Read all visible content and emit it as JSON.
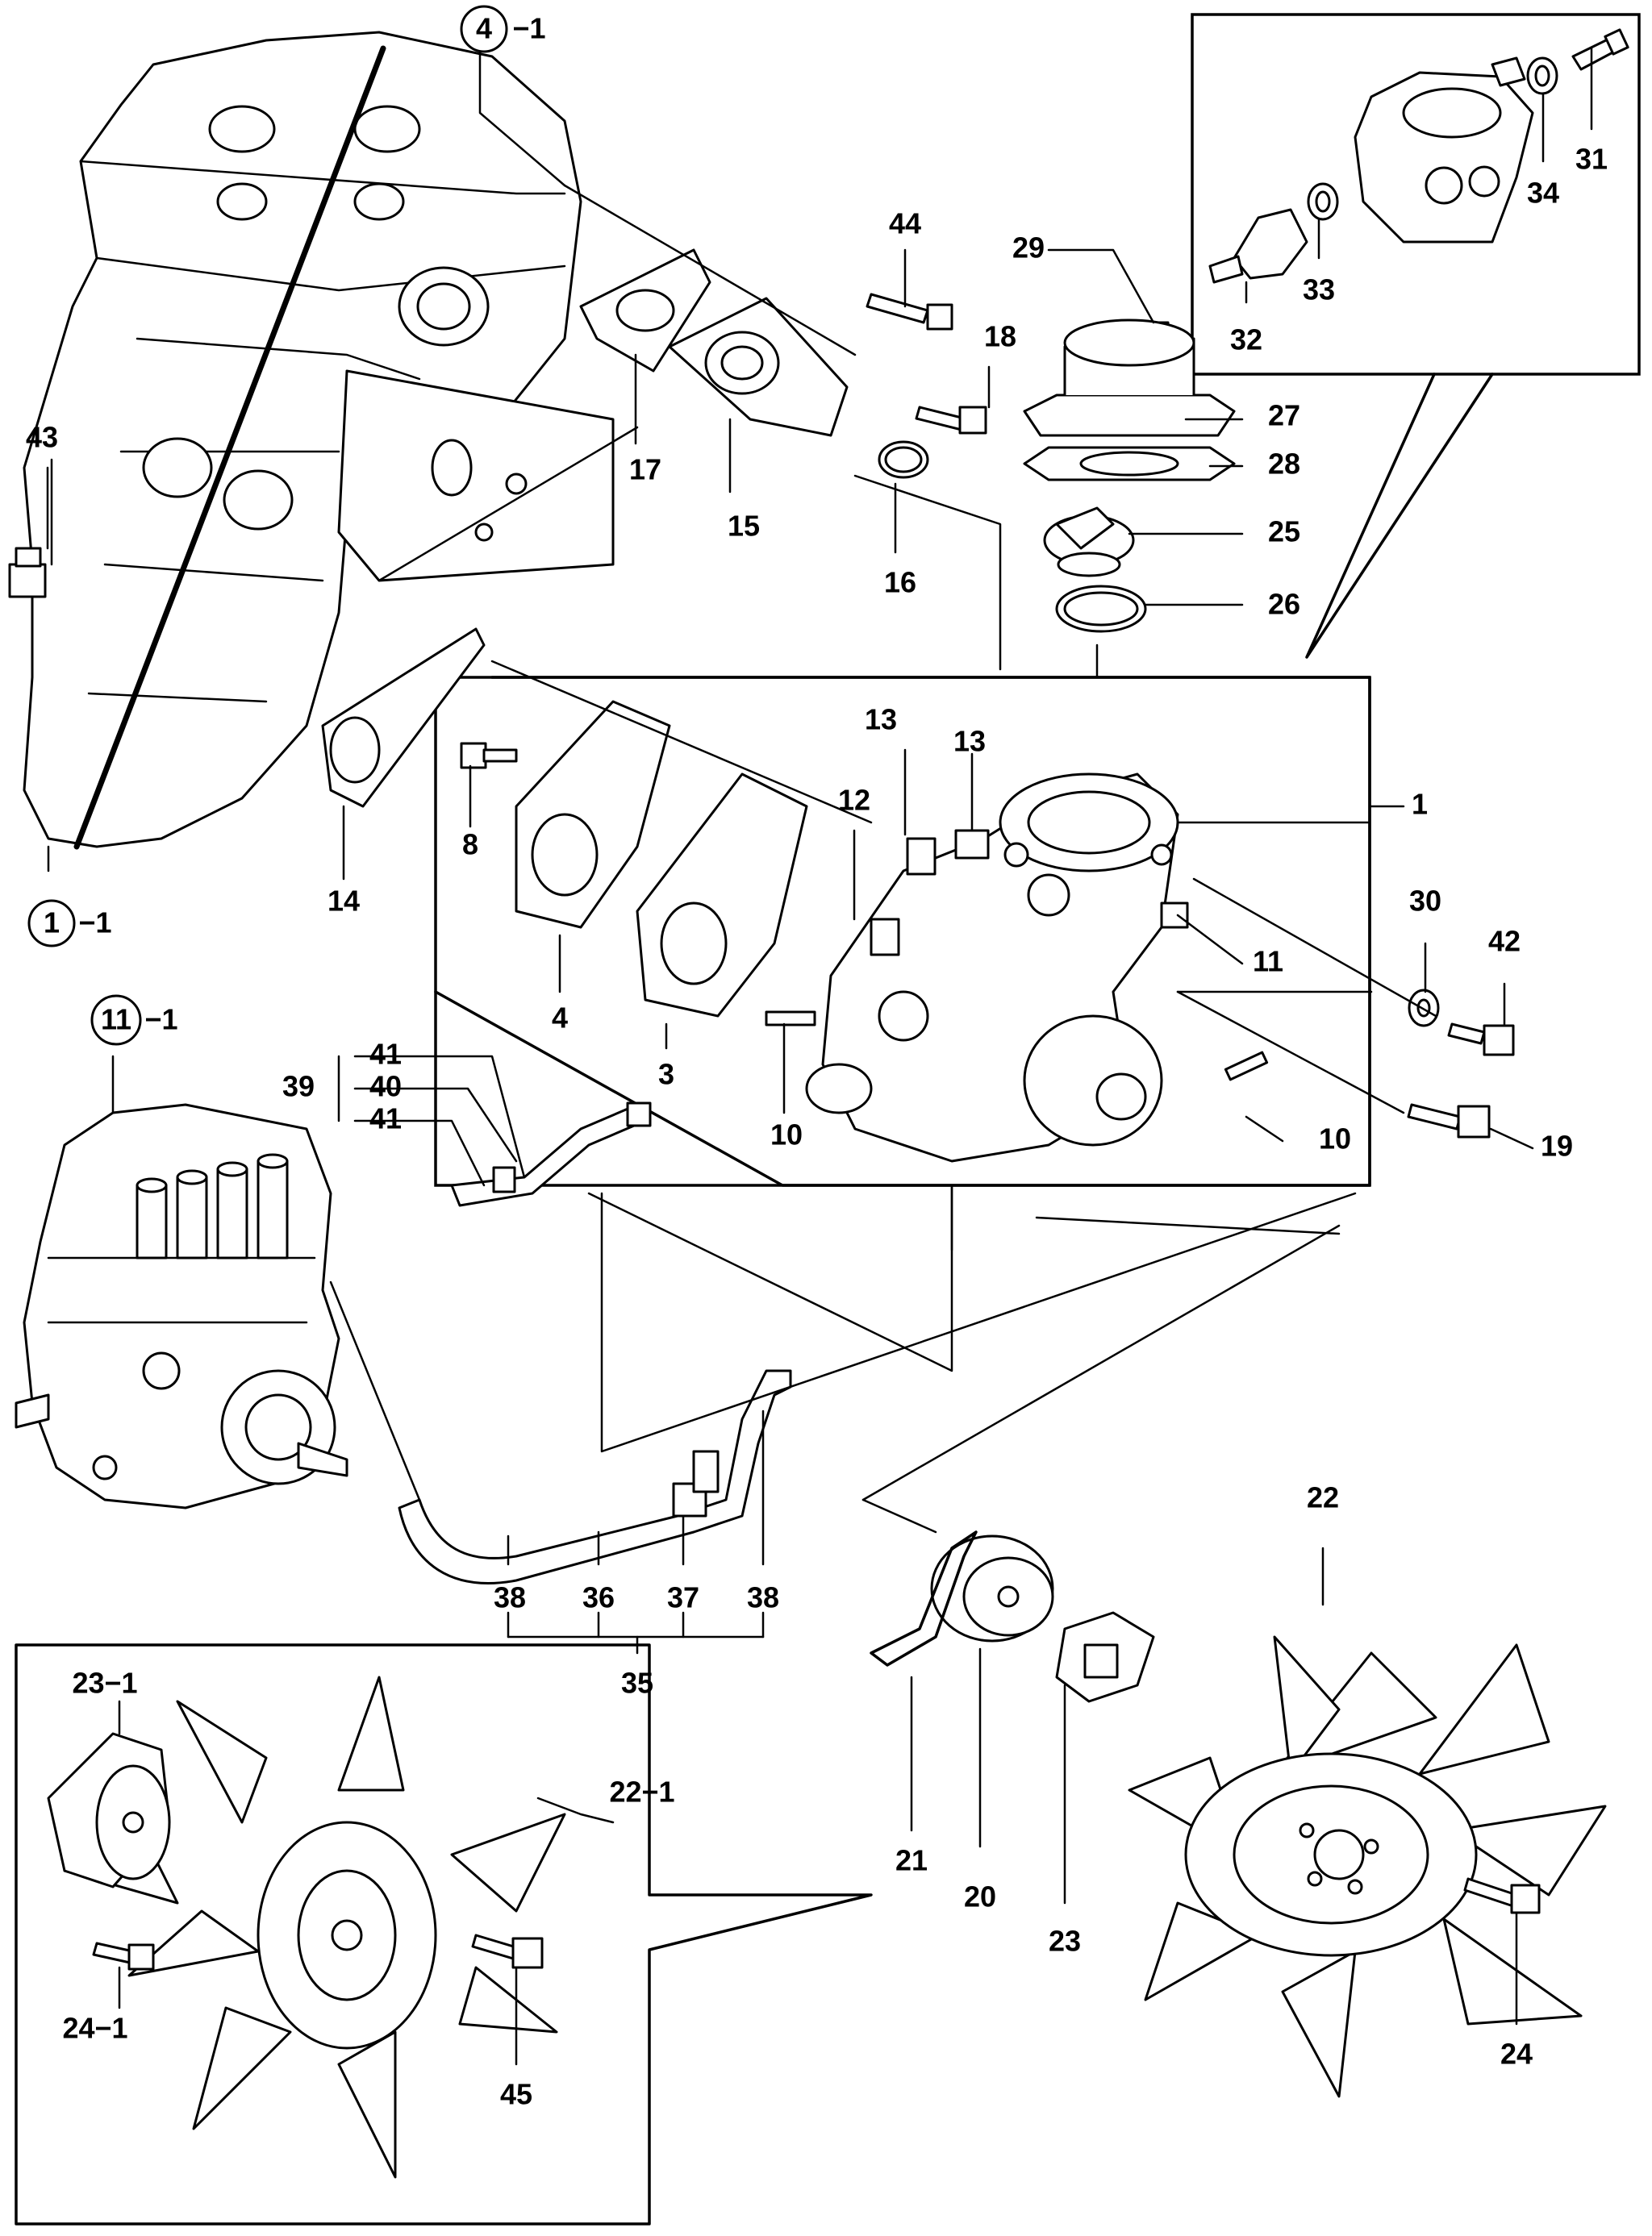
{
  "labels": {
    "l1": "1",
    "l3": "3",
    "l4": "4",
    "l8": "8",
    "l10a": "10",
    "l10b": "10",
    "l11": "11",
    "l12": "12",
    "l13a": "13",
    "l13b": "13",
    "l14": "14",
    "l15": "15",
    "l16": "16",
    "l17": "17",
    "l18": "18",
    "l19": "19",
    "l20": "20",
    "l21": "21",
    "l22": "22",
    "l22_1": "22−1",
    "l23": "23",
    "l23_1": "23−1",
    "l24": "24",
    "l24_1": "24−1",
    "l25": "25",
    "l26": "26",
    "l27": "27",
    "l28": "28",
    "l29": "29",
    "l30": "30",
    "l31": "31",
    "l32": "32",
    "l33": "33",
    "l34": "34",
    "l35": "35",
    "l36": "36",
    "l37": "37",
    "l38a": "38",
    "l38b": "38",
    "l39": "39",
    "l40": "40",
    "l41a": "41",
    "l41b": "41",
    "l42": "42",
    "l43": "43",
    "l44": "44",
    "l45": "45"
  },
  "references": {
    "r4": {
      "num": "4",
      "suffix": "−1"
    },
    "r1": {
      "num": "1",
      "suffix": "−1"
    },
    "r11": {
      "num": "11",
      "suffix": "−1"
    }
  }
}
